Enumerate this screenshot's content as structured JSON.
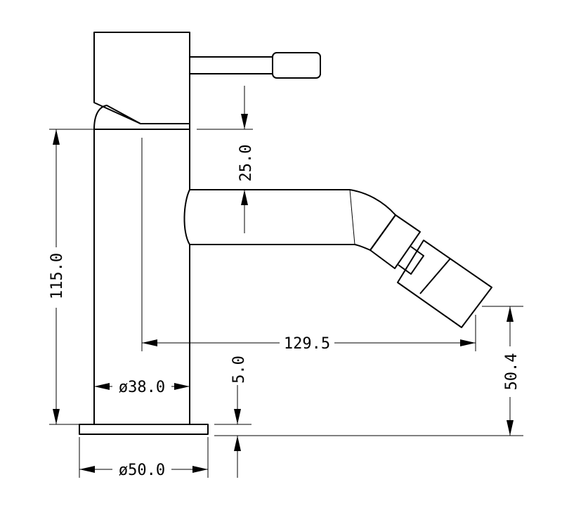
{
  "dimensions": {
    "height_total": "115.0",
    "spout_height": "25.0",
    "reach": "129.5",
    "body_diameter": "ø38.0",
    "base_thickness": "5.0",
    "outlet_height": "50.4",
    "base_diameter": "ø50.0"
  },
  "colors": {
    "line": "#000000",
    "background": "#ffffff"
  }
}
